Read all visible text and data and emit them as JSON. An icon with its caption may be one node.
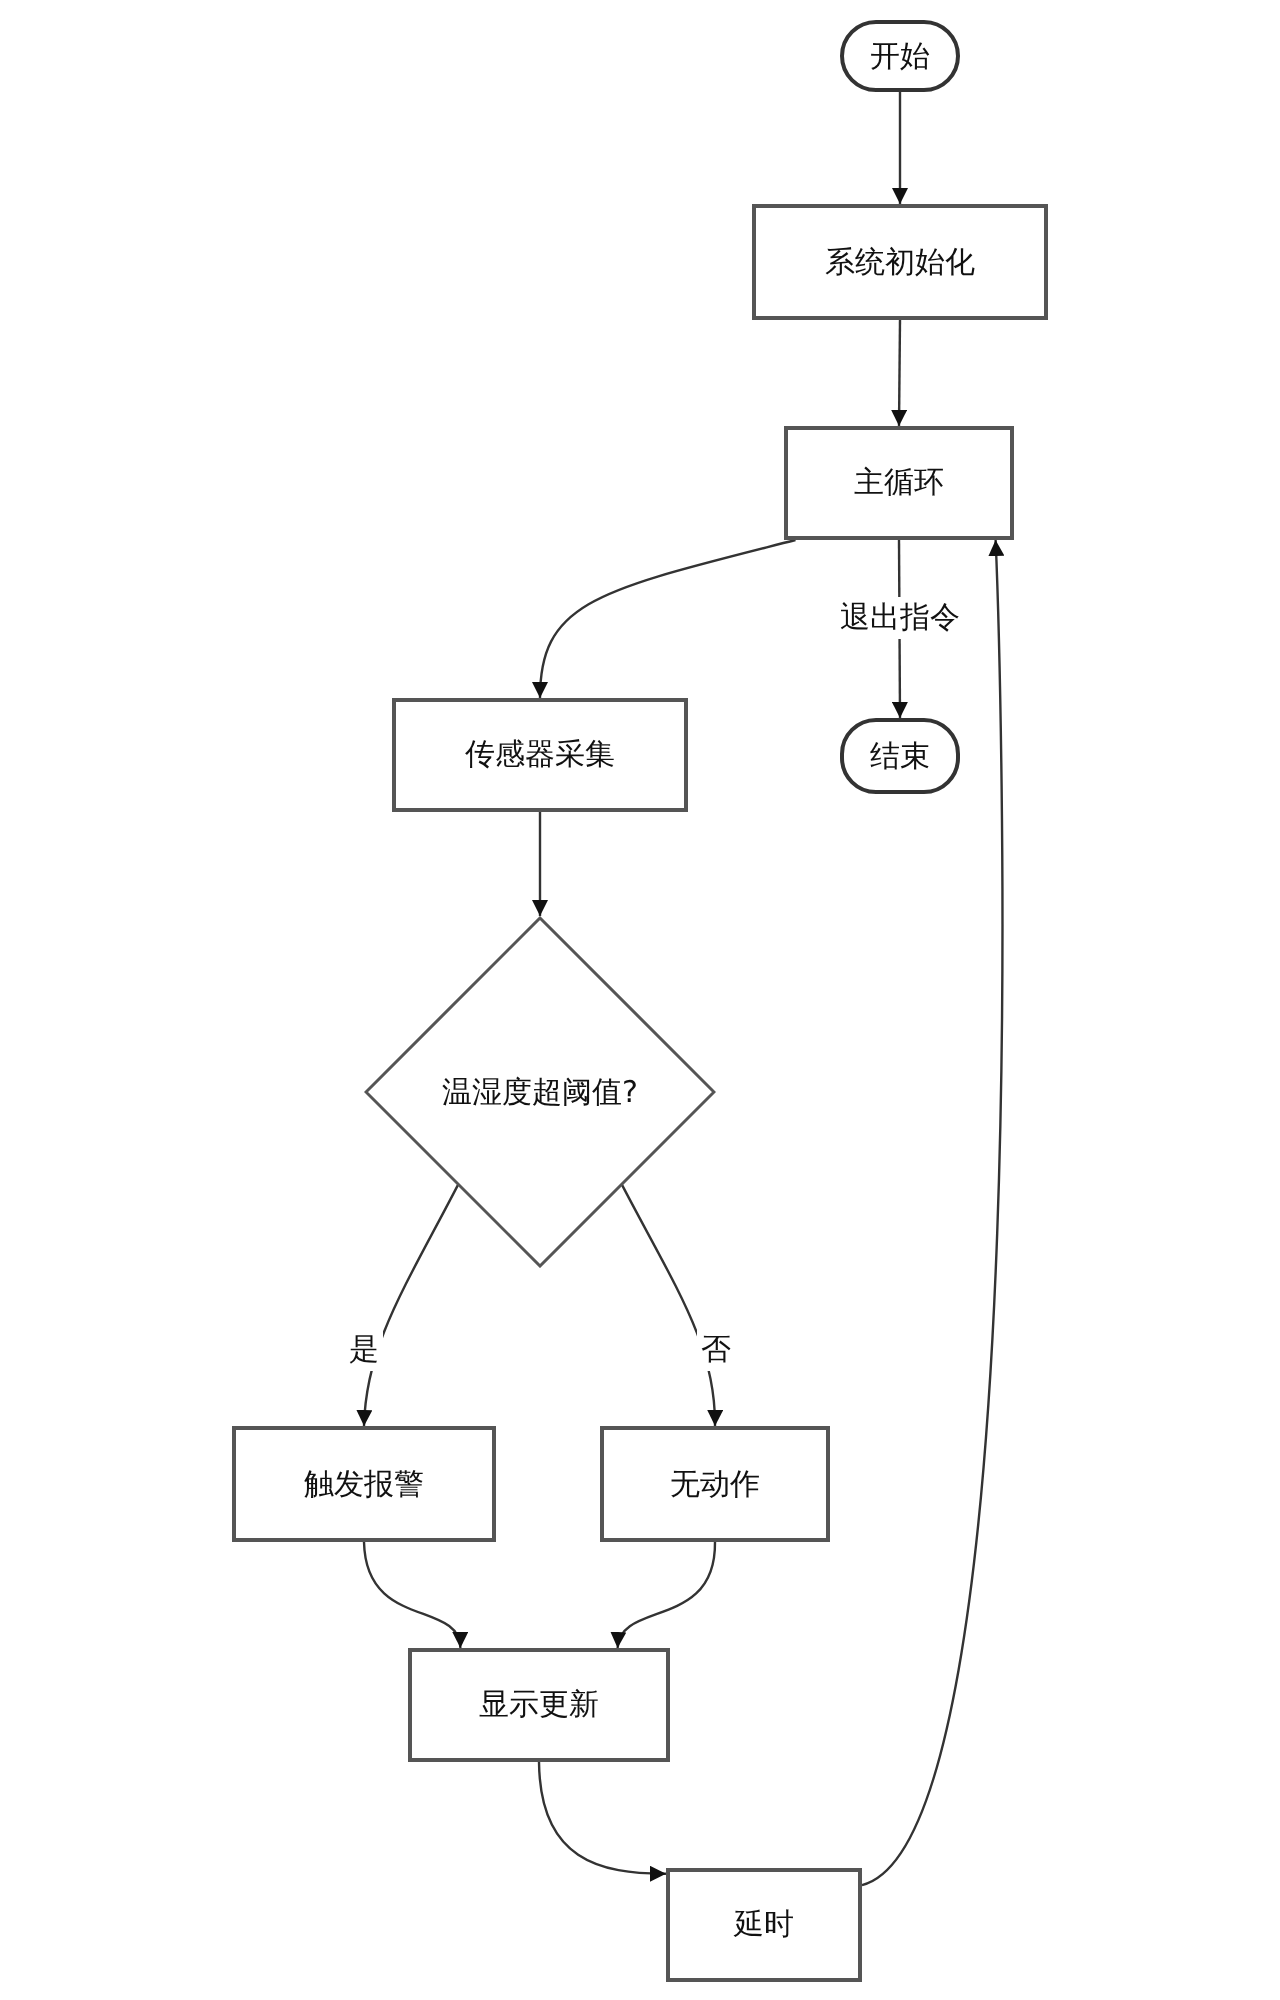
{
  "diagram": {
    "nodes": [
      {
        "text": [
          "开始"
        ]
      },
      {
        "text": [
          "系统初始化"
        ]
      },
      {
        "text": [
          "主循环"
        ]
      },
      {
        "text": [
          "传感器采集"
        ]
      },
      {
        "text": [
          "结束"
        ]
      },
      {
        "text": [
          "温湿度超阈值?"
        ]
      },
      {
        "text": [
          "触发报警"
        ]
      },
      {
        "text": [
          "无动作"
        ]
      },
      {
        "text": [
          "显示更新"
        ]
      },
      {
        "text": [
          "延时"
        ]
      }
    ],
    "edges": [
      {
        "from": 0,
        "to": 1,
        "arrow": "to"
      },
      {
        "from": 1,
        "to": 2,
        "arrow": "to"
      },
      {
        "from": 2,
        "to": 3,
        "arrow": "to"
      },
      {
        "from": 2,
        "to": 4,
        "arrow": "to",
        "label": "退出指令"
      },
      {
        "from": 3,
        "to": 5,
        "arrow": "to"
      },
      {
        "from": 5,
        "to": 6,
        "arrow": "to",
        "label": "是"
      },
      {
        "from": 5,
        "to": 7,
        "arrow": "to",
        "label": "否"
      },
      {
        "from": 6,
        "to": 8,
        "arrow": "to"
      },
      {
        "from": 7,
        "to": 8,
        "arrow": "to"
      },
      {
        "from": 8,
        "to": 9,
        "arrow": "to"
      },
      {
        "from": 9,
        "to": 2,
        "arrow": "to"
      }
    ]
  }
}
